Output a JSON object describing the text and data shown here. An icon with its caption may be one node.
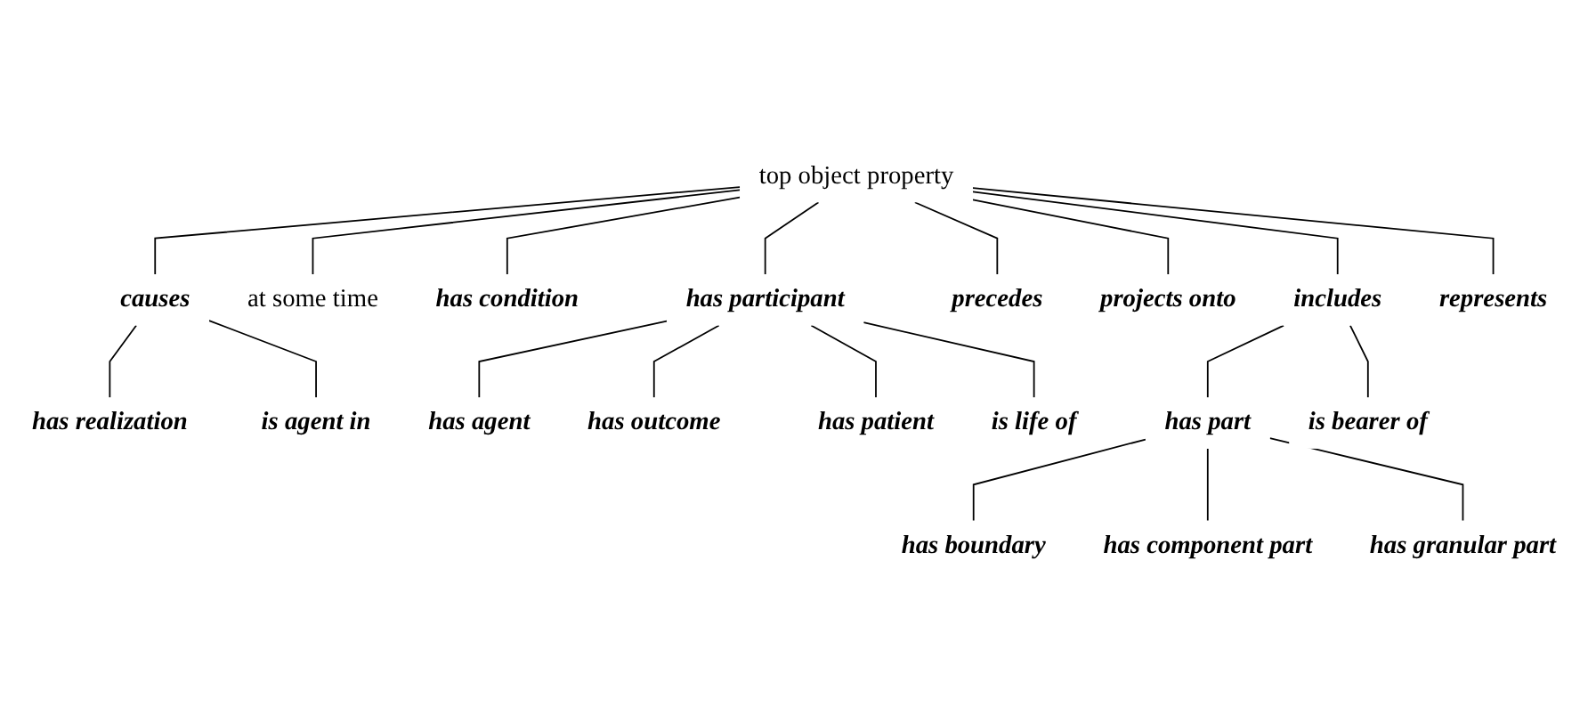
{
  "diagram": {
    "nodes": [
      {
        "text": [
          "top object property"
        ]
      },
      {
        "text": [
          "causes"
        ]
      },
      {
        "text": [
          "at some time"
        ]
      },
      {
        "text": [
          "has condition"
        ]
      },
      {
        "text": [
          "has participant"
        ]
      },
      {
        "text": [
          "precedes"
        ]
      },
      {
        "text": [
          "projects onto"
        ]
      },
      {
        "text": [
          "includes"
        ]
      },
      {
        "text": [
          "represents"
        ]
      },
      {
        "text": [
          "has realization"
        ]
      },
      {
        "text": [
          "is agent in"
        ]
      },
      {
        "text": [
          "has agent"
        ]
      },
      {
        "text": [
          "has outcome"
        ]
      },
      {
        "text": [
          "has patient"
        ]
      },
      {
        "text": [
          "is life of"
        ]
      },
      {
        "text": [
          "has part"
        ]
      },
      {
        "text": [
          "is bearer of"
        ]
      },
      {
        "text": [
          "has boundary"
        ]
      },
      {
        "text": [
          "has component part"
        ]
      },
      {
        "text": [
          "has granular part"
        ]
      }
    ],
    "edges": [
      {
        "from": 0,
        "to": 1,
        "arrow": "none"
      },
      {
        "from": 0,
        "to": 2,
        "arrow": "none"
      },
      {
        "from": 0,
        "to": 3,
        "arrow": "none"
      },
      {
        "from": 0,
        "to": 4,
        "arrow": "none"
      },
      {
        "from": 0,
        "to": 5,
        "arrow": "none"
      },
      {
        "from": 0,
        "to": 6,
        "arrow": "none"
      },
      {
        "from": 0,
        "to": 7,
        "arrow": "none"
      },
      {
        "from": 0,
        "to": 8,
        "arrow": "none"
      },
      {
        "from": 1,
        "to": 9,
        "arrow": "none"
      },
      {
        "from": 1,
        "to": 10,
        "arrow": "none"
      },
      {
        "from": 4,
        "to": 11,
        "arrow": "none"
      },
      {
        "from": 4,
        "to": 12,
        "arrow": "none"
      },
      {
        "from": 4,
        "to": 13,
        "arrow": "none"
      },
      {
        "from": 4,
        "to": 14,
        "arrow": "none"
      },
      {
        "from": 7,
        "to": 15,
        "arrow": "none"
      },
      {
        "from": 7,
        "to": 16,
        "arrow": "none"
      },
      {
        "from": 15,
        "to": 17,
        "arrow": "none"
      },
      {
        "from": 15,
        "to": 18,
        "arrow": "none"
      },
      {
        "from": 15,
        "to": 19,
        "arrow": "none"
      }
    ]
  }
}
